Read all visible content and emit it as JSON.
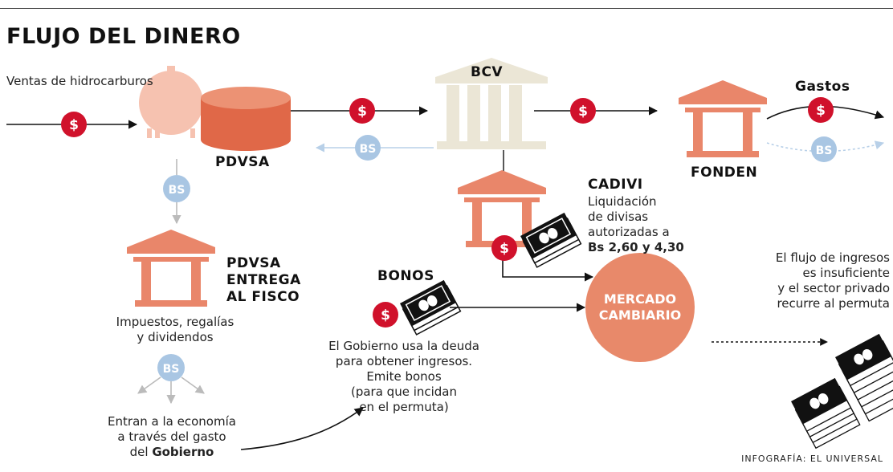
{
  "title": "FLUJO DEL DINERO",
  "sources": {
    "ventas": "Ventas de hidrocarburos"
  },
  "entities": {
    "pdvsa": "PDVSA",
    "bcv": "BCV",
    "fonden": "FONDEN",
    "cadivi": "CADIVI",
    "pdvsa_fisco": [
      "PDVSA",
      "ENTREGA",
      "AL FISCO"
    ],
    "bonos": "BONOS",
    "mercado": [
      "MERCADO",
      "CAMBIARIO"
    ]
  },
  "symbols": {
    "dollar": "$",
    "bs": "BS"
  },
  "labels": {
    "gastos": "Gastos",
    "cadivi_desc": [
      "Liquidación",
      "de divisas",
      "autorizadas a"
    ],
    "cadivi_rates": "Bs 2,60 y 4,30",
    "impuestos": [
      "Impuestos, regalías",
      "y dividendos"
    ],
    "economia": [
      "Entran a la economía",
      "a través del gasto"
    ],
    "economia_prefix": "del ",
    "economia_bold": "Gobierno",
    "gobierno": [
      "El Gobierno usa la deuda",
      "para obtener ingresos.",
      "Emite bonos",
      "(para que incidan",
      "en el permuta)"
    ],
    "flujo": [
      "El flujo de ingresos",
      "es insuficiente",
      "y el sector privado",
      "recurre al permuta"
    ]
  },
  "credit": "INFOGRAFÍA: EL UNIVERSAL",
  "colors": {
    "dollar_red": "#d0112b",
    "bs_blue": "#a9c6e3",
    "institution": "#e9866a",
    "tank": "#e06848",
    "sphere": "#f6c2b0",
    "bcv_stone": "#e9e4d4",
    "mercado": "#e8896a"
  }
}
